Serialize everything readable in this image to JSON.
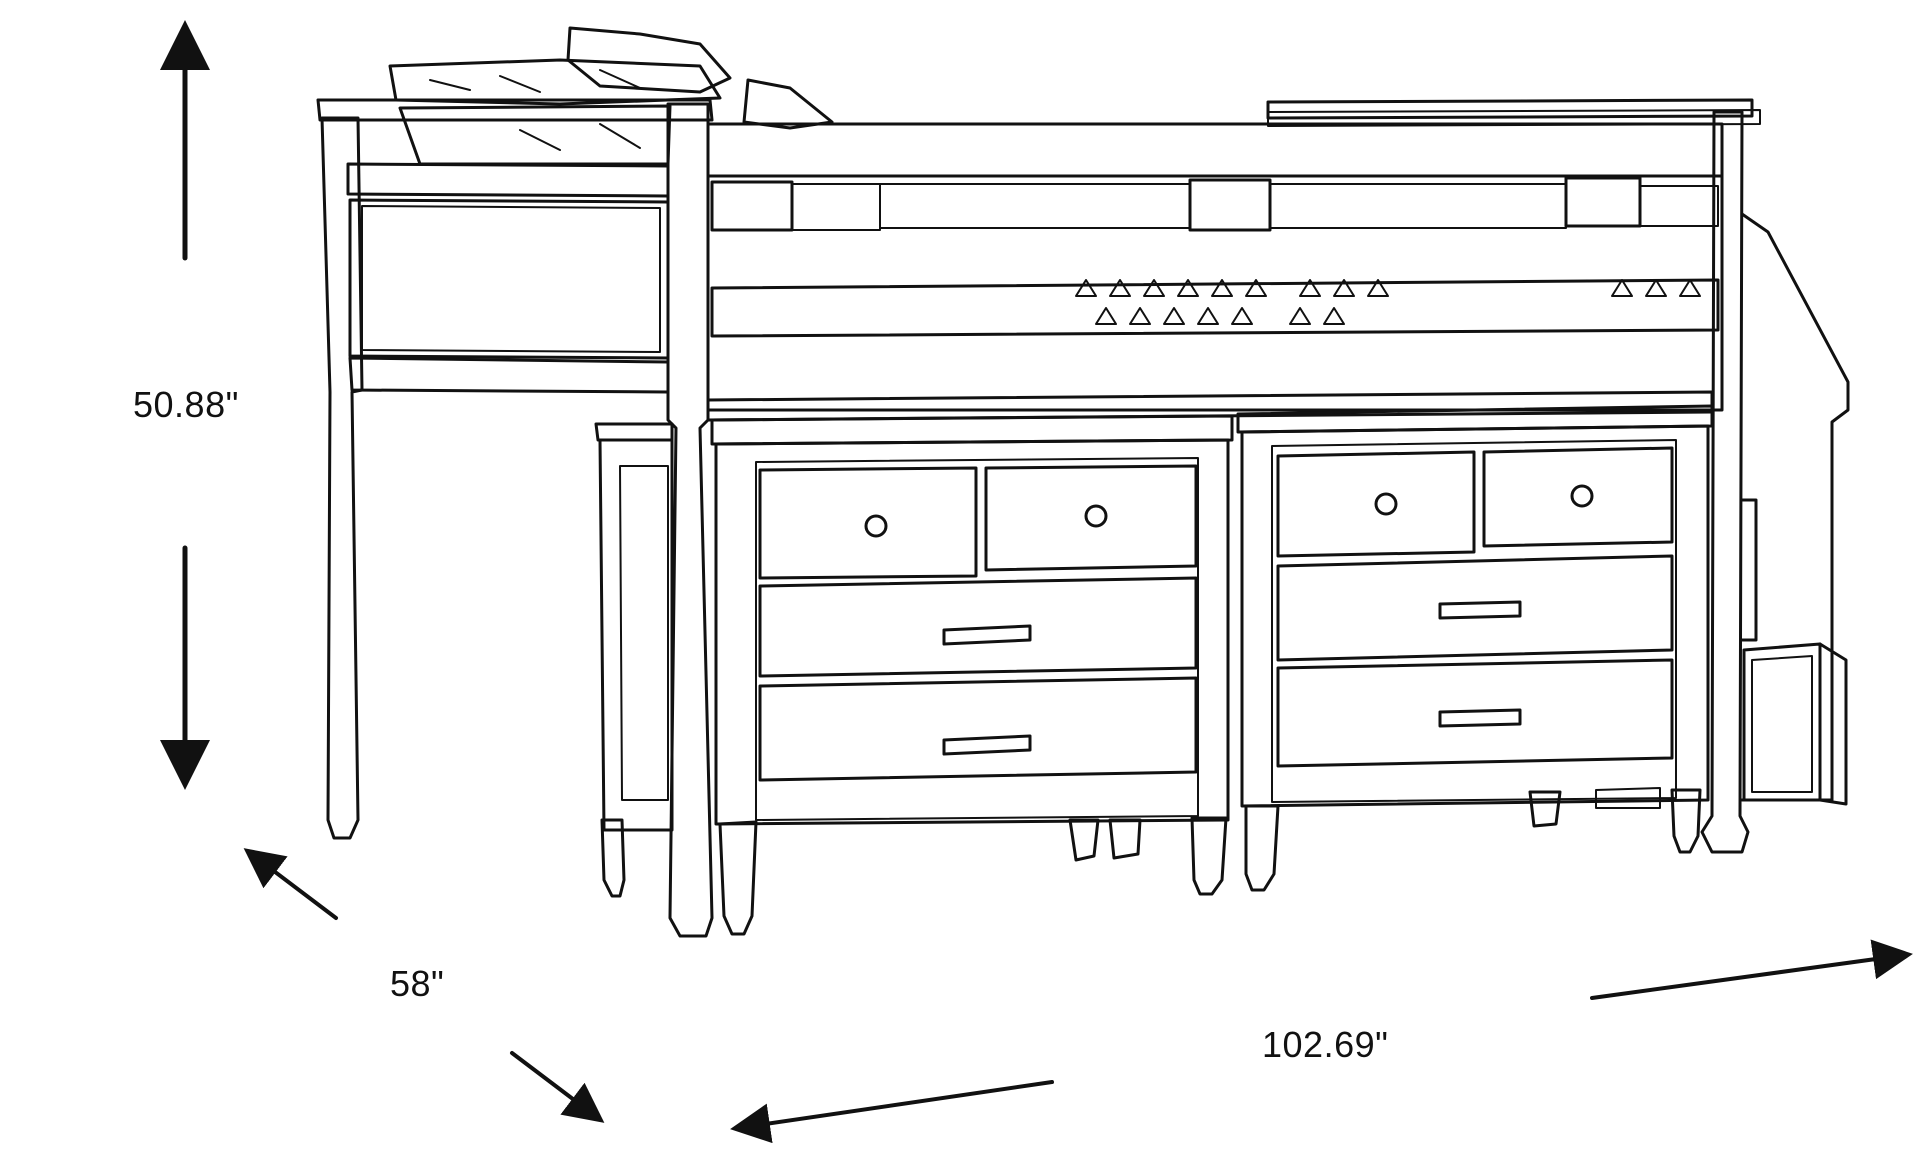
{
  "dimensions": {
    "height": "50.88\"",
    "depth": "58\"",
    "width": "102.69\""
  },
  "colors": {
    "line": "#111111",
    "background": "#ffffff"
  }
}
